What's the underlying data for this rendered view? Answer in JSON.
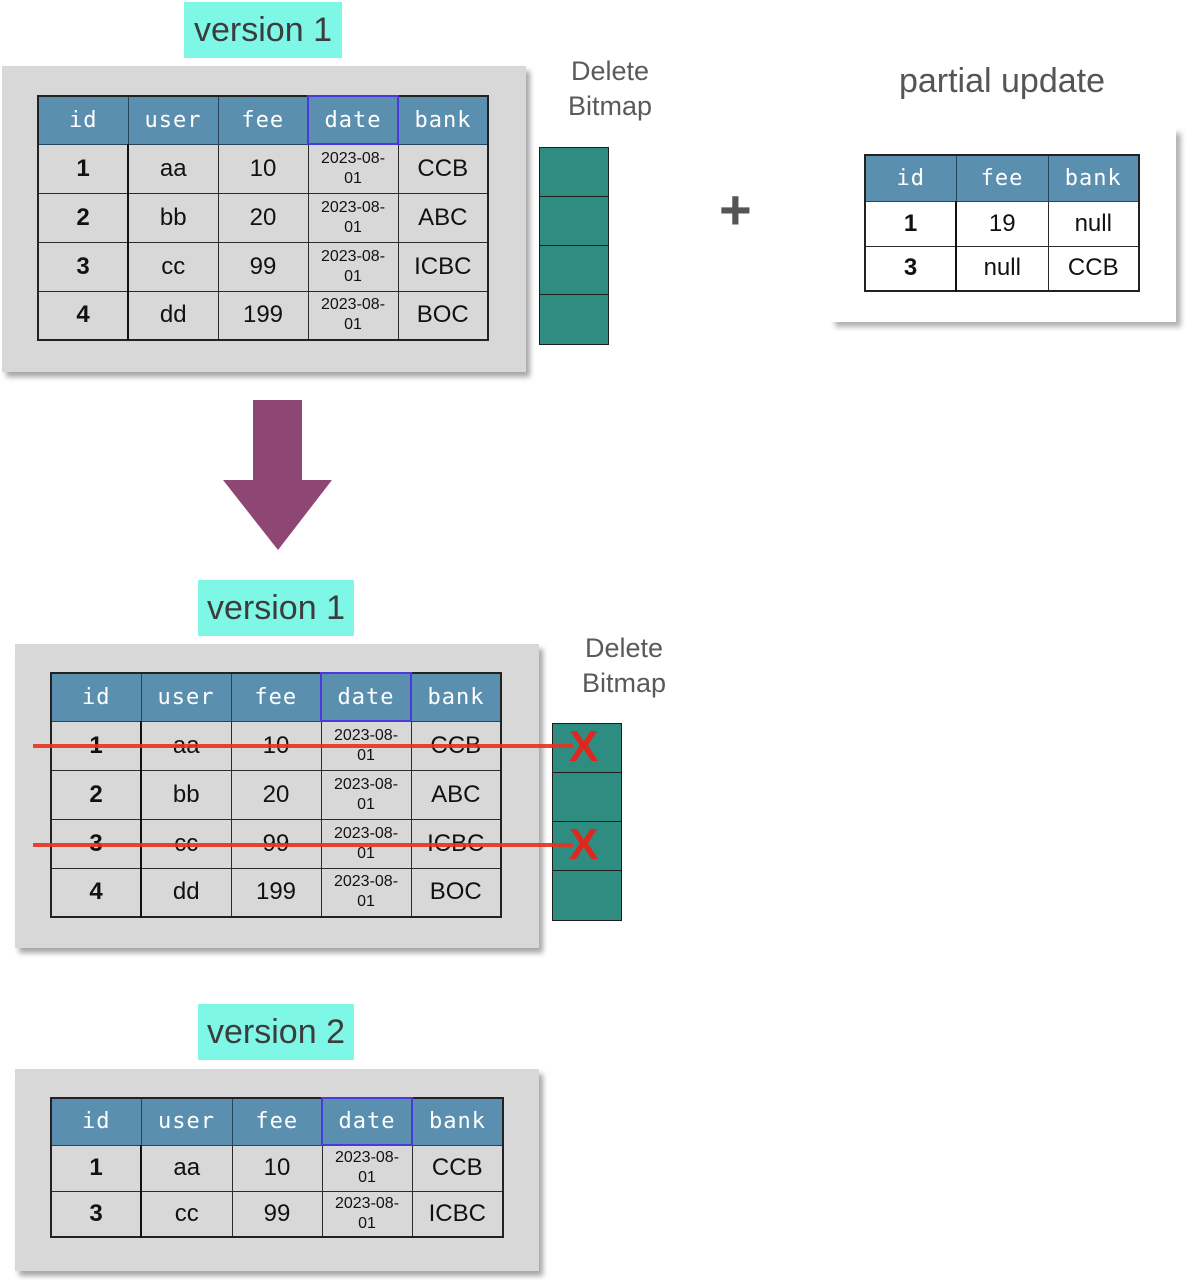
{
  "top": {
    "version_label": "version 1",
    "bitmap_label_line1": "Delete",
    "bitmap_label_line2": "Bitmap",
    "headers": [
      "id",
      "user",
      "fee",
      "date",
      "bank"
    ],
    "rows": [
      {
        "id": "1",
        "user": "aa",
        "fee": "10",
        "date_line1": "2023-08-",
        "date_line2": "01",
        "bank": "CCB"
      },
      {
        "id": "2",
        "user": "bb",
        "fee": "20",
        "date_line1": "2023-08-",
        "date_line2": "01",
        "bank": "ABC"
      },
      {
        "id": "3",
        "user": "cc",
        "fee": "99",
        "date_line1": "2023-08-",
        "date_line2": "01",
        "bank": "ICBC"
      },
      {
        "id": "4",
        "user": "dd",
        "fee": "199",
        "date_line1": "2023-08-",
        "date_line2": "01",
        "bank": "BOC"
      }
    ]
  },
  "operator": "+",
  "partial_update": {
    "title": "partial update",
    "headers": [
      "id",
      "fee",
      "bank"
    ],
    "rows": [
      {
        "id": "1",
        "fee": "19",
        "bank": "null"
      },
      {
        "id": "3",
        "fee": "null",
        "bank": "CCB"
      }
    ]
  },
  "middle": {
    "version_label": "version 1",
    "bitmap_label_line1": "Delete",
    "bitmap_label_line2": "Bitmap",
    "headers": [
      "id",
      "user",
      "fee",
      "date",
      "bank"
    ],
    "rows": [
      {
        "id": "1",
        "user": "aa",
        "fee": "10",
        "date_line1": "2023-08-",
        "date_line2": "01",
        "bank": "CCB",
        "deleted": true
      },
      {
        "id": "2",
        "user": "bb",
        "fee": "20",
        "date_line1": "2023-08-",
        "date_line2": "01",
        "bank": "ABC",
        "deleted": false
      },
      {
        "id": "3",
        "user": "cc",
        "fee": "99",
        "date_line1": "2023-08-",
        "date_line2": "01",
        "bank": "ICBC",
        "deleted": true
      },
      {
        "id": "4",
        "user": "dd",
        "fee": "199",
        "date_line1": "2023-08-",
        "date_line2": "01",
        "bank": "BOC",
        "deleted": false
      }
    ],
    "delete_mark": "X"
  },
  "bottom": {
    "version_label": "version 2",
    "headers": [
      "id",
      "user",
      "fee",
      "date",
      "bank"
    ],
    "rows": [
      {
        "id": "1",
        "user": "aa",
        "fee": "10",
        "date_line1": "2023-08-",
        "date_line2": "01",
        "bank": "CCB"
      },
      {
        "id": "3",
        "user": "cc",
        "fee": "99",
        "date_line1": "2023-08-",
        "date_line2": "01",
        "bank": "ICBC"
      }
    ]
  },
  "colors": {
    "version_tag": "#7ef7e6",
    "header": "#5b8fb0",
    "bitmap": "#2e8c80",
    "arrow": "#8e4775",
    "strike": "#e8321e"
  },
  "icons": {
    "arrow": "down-arrow-icon",
    "delete_mark": "x-mark-icon"
  }
}
